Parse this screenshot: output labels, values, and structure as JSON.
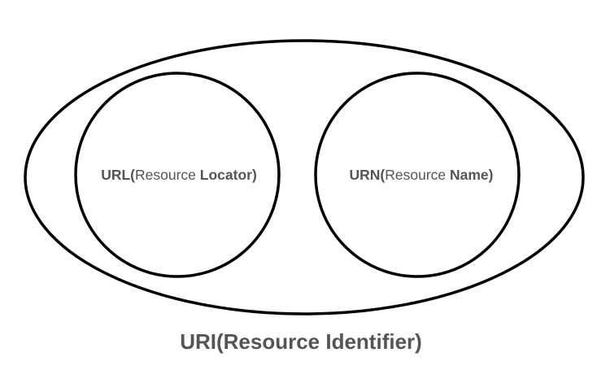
{
  "diagram": {
    "outer": {
      "label_bold": "URI(",
      "label_resource": "Resource",
      "label_space": " ",
      "label_identifier": "Identifier)"
    },
    "left_circle": {
      "bold_prefix": "URL(",
      "plain": "Resource ",
      "bold_suffix": "Locator)"
    },
    "right_circle": {
      "bold_prefix": "URN(",
      "plain": "Resource ",
      "bold_suffix": "Name)"
    },
    "colors": {
      "stroke": "#000000",
      "text": "#555555",
      "background": "#ffffff"
    }
  }
}
